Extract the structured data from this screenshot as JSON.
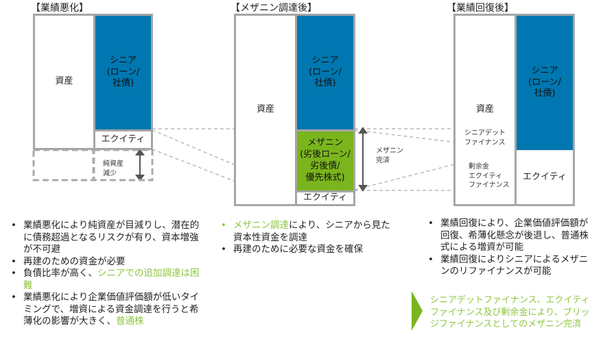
{
  "panels": [
    {
      "title": "【業績悪化】",
      "asset": "資産",
      "senior": "シニア\n(ローン/\n社債)",
      "equity": "エクイティ",
      "note": "純資産\n減少"
    },
    {
      "title": "【メザニン調達後】",
      "asset": "資産",
      "senior": "シニア\n(ローン/\n社債)",
      "mezzanine": "メザニン\n(劣後ローン/\n劣後債/\n優先株式)",
      "equity": "エクイティ",
      "note": "メザニン\n完済"
    },
    {
      "title": "【業績回復後】",
      "asset": "資産",
      "senior": "シニア\n(ローン/\n社債)",
      "equity": "エクイティ",
      "note_senior": "シニアデット\nファイナンス",
      "note_equity": "剰余金\nエクイティ\nファイナンス"
    }
  ],
  "bullets_left": [
    {
      "text": "業績悪化により純資産が目減りし、潜在的に債務超過となるリスクが有り、資本増強が不可避"
    },
    {
      "text": "再建のための資金が必要"
    },
    {
      "text": "負債比率が高く、",
      "highlight": "シニアでの追加調達は困難"
    },
    {
      "text": "業績悪化により企業価値評価額が低いタイミングで、増資による資金調達を行うと希薄化の影響が大きく、",
      "highlight": "普通株"
    }
  ],
  "bullets_middle": [
    {
      "highlight": "メザニン調達",
      "text": "により、シニアから見た資本性資金を調達"
    },
    {
      "text": "再建のために必要な資金を確保"
    }
  ],
  "bullets_right": [
    {
      "text": "業績回復により、企業価値評価額が回復、希薄化懸念が後退し、普通株式による増資が可能"
    },
    {
      "text": "業績回復によりシニアによるメザニンのリファイナンスが可能"
    }
  ],
  "conclusion": "シニアデットファイナンス、エクイティファイナンス及び剰余金により、ブリッジファイナンスとしてのメザニン完済",
  "colors": {
    "senior": "#0077b0",
    "mezzanine": "#7ab51d",
    "highlight": "#8dc63f",
    "border": "#a6a6a6"
  }
}
